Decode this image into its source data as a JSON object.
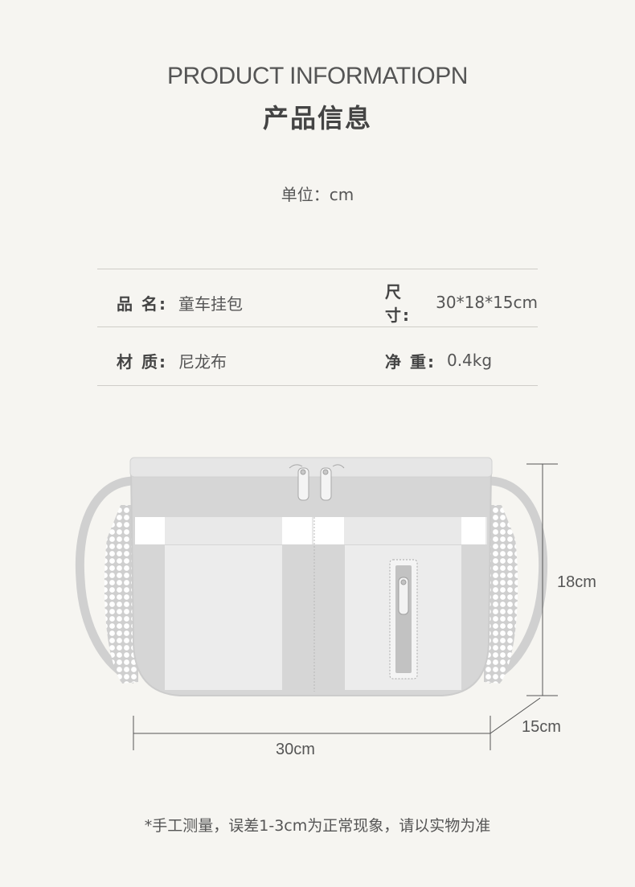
{
  "header": {
    "title_en": "PRODUCT INFORMATIOPN",
    "title_cn": "产品信息",
    "unit": "单位：cm"
  },
  "specs": [
    [
      {
        "key": "品 名:",
        "value": "童车挂包"
      },
      {
        "key": "尺 寸:",
        "value": "30*18*15cm"
      }
    ],
    [
      {
        "key": "材 质:",
        "value": "尼龙布"
      },
      {
        "key": "净 重:",
        "value": "0.4kg"
      }
    ]
  ],
  "dimensions": {
    "height": "18cm",
    "depth": "15cm",
    "width": "30cm"
  },
  "footnote": "*手工测量，误差1-3cm为正常现象，请以实物为准",
  "colors": {
    "background": "#f6f5f1",
    "bag_light": "#e2e2e2",
    "bag_dark": "#c4c4c4",
    "text": "#555555"
  }
}
